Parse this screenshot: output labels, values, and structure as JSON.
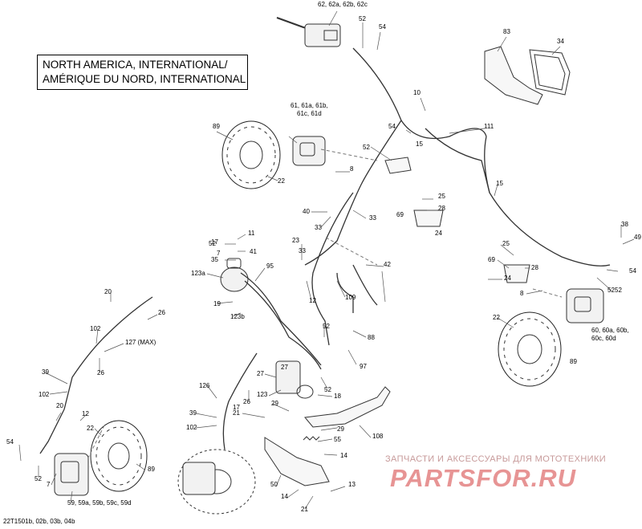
{
  "region_label": {
    "line1": "NORTH AMERICA, INTERNATIONAL/",
    "line2": "AMÉRIQUE DU NORD, INTERNATIONAL"
  },
  "watermark": {
    "tagline": "ЗАПЧАСТИ И АКСЕССУАРЫ ДЛЯ МОТОТЕХНИКИ",
    "logo": "PARTSFOR.RU"
  },
  "diagram_code": "22T1501b, 02b, 03b, 04b",
  "callouts": [
    "62, 62a, 62b, 62c",
    "52",
    "54",
    "83",
    "34",
    "10",
    "111",
    "61, 61a, 61b,",
    "61c, 61d",
    "89",
    "54",
    "15",
    "52",
    "8",
    "22",
    "25",
    "28",
    "69",
    "24",
    "15",
    "40",
    "33",
    "33",
    "38",
    "49",
    "11",
    "17",
    "41",
    "35",
    "123a",
    "95",
    "23",
    "33",
    "42",
    "25",
    "69",
    "28",
    "54",
    "24",
    "52",
    "52",
    "8",
    "19",
    "123b",
    "12",
    "109",
    "52",
    "88",
    "22",
    "60, 60a, 60b,",
    "60c, 60d",
    "89",
    "20",
    "26",
    "102",
    "127 (MAX)",
    "26",
    "39",
    "102",
    "97",
    "27",
    "123",
    "18",
    "52",
    "126",
    "26",
    "29",
    "21",
    "29",
    "108",
    "20",
    "12",
    "22",
    "39",
    "102",
    "55",
    "54",
    "52",
    "7",
    "89",
    "14",
    "50",
    "14",
    "13",
    "21",
    "59, 59a, 59b, 59c, 59d",
    "52",
    "7",
    "27",
    "17"
  ]
}
